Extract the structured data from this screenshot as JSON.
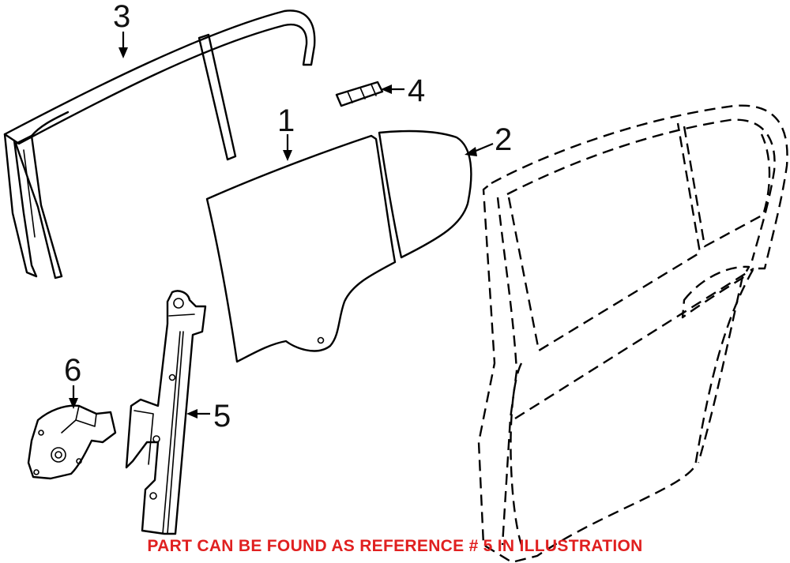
{
  "callouts": [
    {
      "id": "1",
      "part": "door-glass"
    },
    {
      "id": "2",
      "part": "quarter-glass"
    },
    {
      "id": "3",
      "part": "window-channel-frame"
    },
    {
      "id": "4",
      "part": "small-trim-piece"
    },
    {
      "id": "5",
      "part": "window-regulator"
    },
    {
      "id": "6",
      "part": "window-motor"
    }
  ],
  "notice": {
    "text": "PART CAN BE FOUND AS REFERENCE # 5 IN ILLUSTRATION",
    "color": "#e02020"
  }
}
